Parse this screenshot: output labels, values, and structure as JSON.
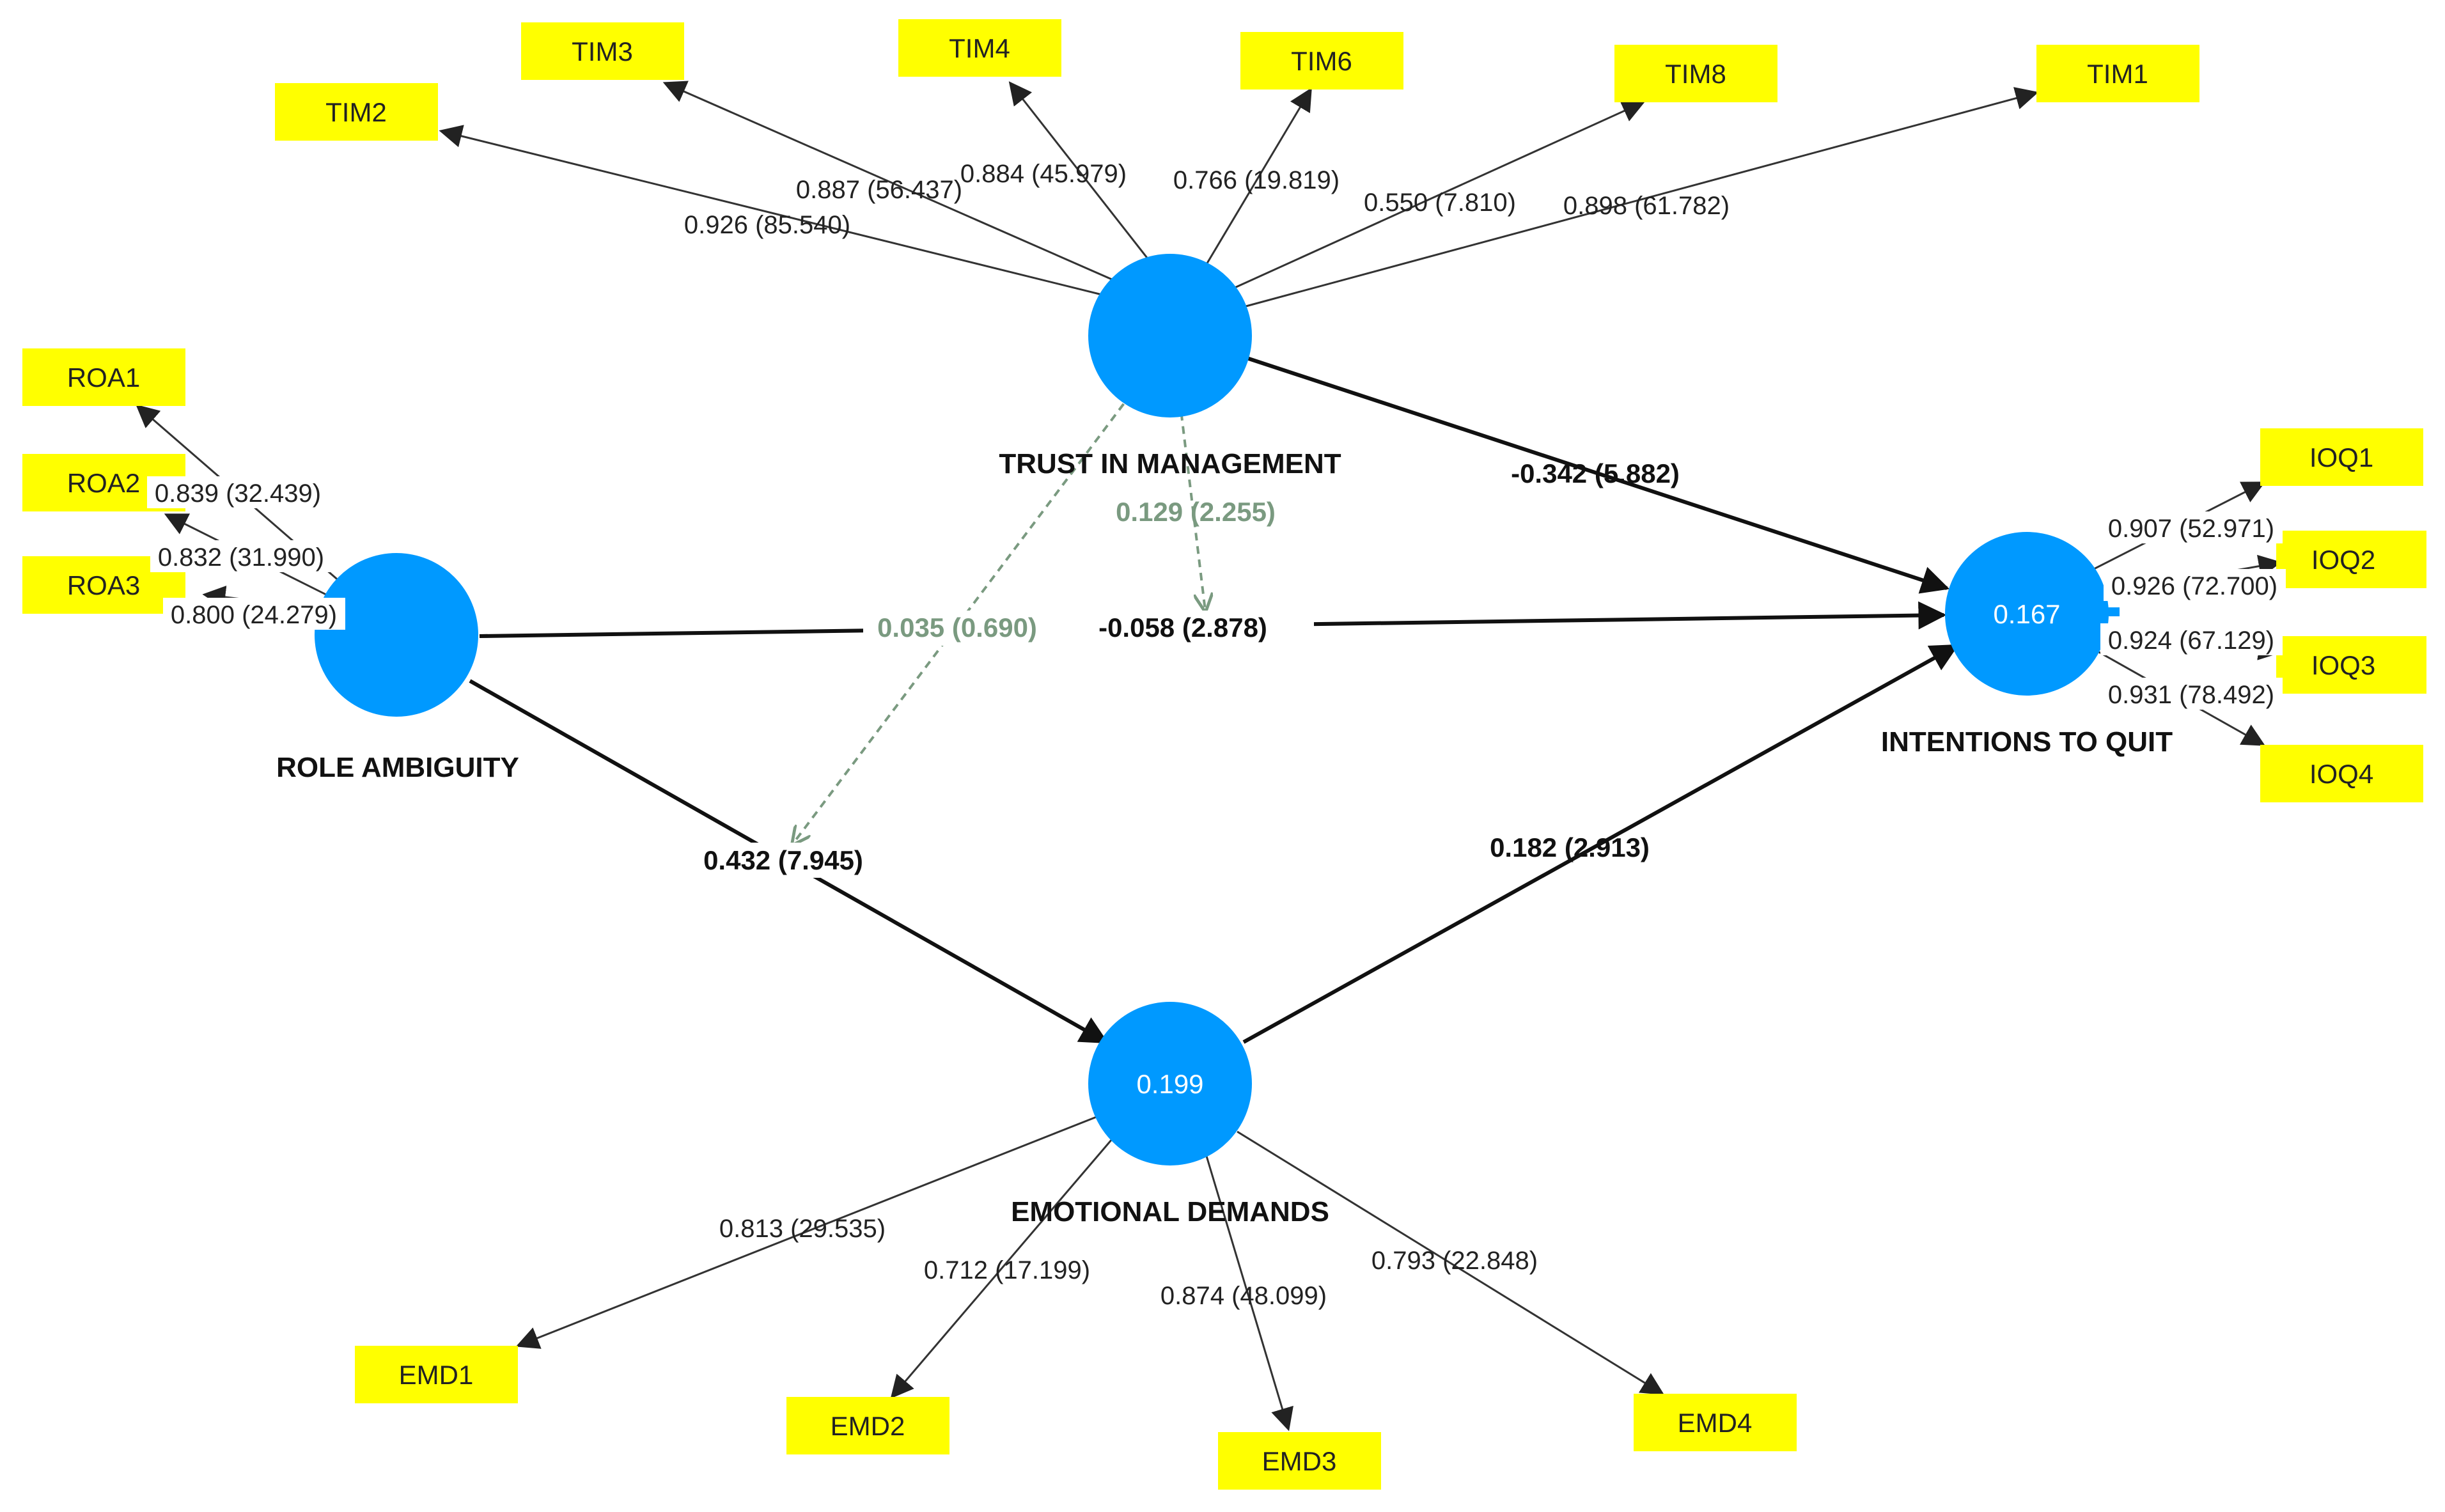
{
  "constructs": {
    "tim": {
      "name": "TRUST IN MANAGEMENT",
      "value": ""
    },
    "roa": {
      "name": "ROLE AMBIGUITY",
      "value": ""
    },
    "iq": {
      "name": "INTENTIONS TO QUIT",
      "value": "0.167"
    },
    "emd": {
      "name": "EMOTIONAL DEMANDS",
      "value": "0.199"
    }
  },
  "indicators": {
    "tim2": "TIM2",
    "tim3": "TIM3",
    "tim4": "TIM4",
    "tim6": "TIM6",
    "tim8": "TIM8",
    "tim1": "TIM1",
    "roa1": "ROA1",
    "roa2": "ROA2",
    "roa3": "ROA3",
    "ioq1": "IOQ1",
    "ioq2": "IOQ2",
    "ioq3": "IOQ3",
    "ioq4": "IOQ4",
    "emd1": "EMD1",
    "emd2": "EMD2",
    "emd3": "EMD3",
    "emd4": "EMD4"
  },
  "loadings": {
    "tim2": "0.926 (85.540)",
    "tim3": "0.887 (56.437)",
    "tim4": "0.884 (45.979)",
    "tim6": "0.766 (19.819)",
    "tim8": "0.550 (7.810)",
    "tim1": "0.898 (61.782)",
    "roa1": "0.839 (32.439)",
    "roa2": "0.832 (31.990)",
    "roa3": "0.800 (24.279)",
    "ioq1": "0.907 (52.971)",
    "ioq2": "0.926 (72.700)",
    "ioq3": "0.924 (67.129)",
    "ioq4": "0.931 (78.492)",
    "emd1": "0.813 (29.535)",
    "emd2": "0.712 (17.199)",
    "emd3": "0.874 (48.099)",
    "emd4": "0.793 (22.848)"
  },
  "paths": {
    "tim_iq": "-0.342 (5.882)",
    "roa_iq": "-0.058 (2.878)",
    "roa_emd": "0.432 (7.945)",
    "emd_iq": "0.182 (2.913)"
  },
  "moderations": {
    "tim_roa_iq": "0.129 (2.255)",
    "tim_roa_emd": "0.035 (0.690)"
  },
  "colors": {
    "construct": "#0099ff",
    "indicator": "#ffff00",
    "moderation": "#7a9a80"
  }
}
